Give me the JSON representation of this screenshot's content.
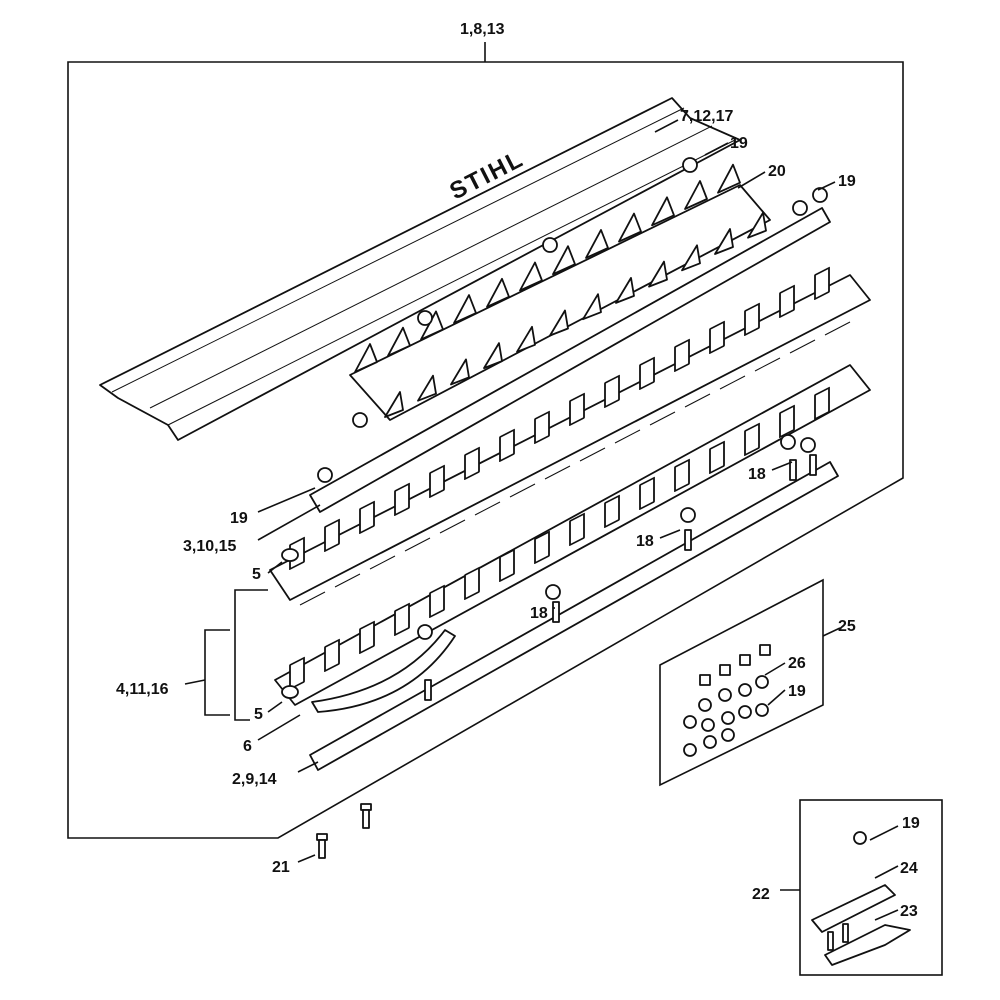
{
  "diagram": {
    "brand_logo": "STIHL",
    "labels": {
      "assembly": "1,8,13",
      "cover": "7,12,17",
      "nut_top": "19",
      "blade_top": "20",
      "nut_right": "19",
      "nut_left": "19",
      "upper_plate": "3,10,15",
      "spacer_top": "5",
      "bolt_a": "18",
      "bolt_b": "18",
      "bolt_c": "18",
      "cutter_blades": "4,11,16",
      "spacer_bottom": "5",
      "guide": "6",
      "lower_plate": "2,9,14",
      "kit_box": "25",
      "kit_item_26": "26",
      "kit_item_19": "19",
      "screw": "21",
      "kit22_nut": "19",
      "kit22": "22",
      "kit22_part24": "24",
      "kit22_part23": "23"
    }
  }
}
